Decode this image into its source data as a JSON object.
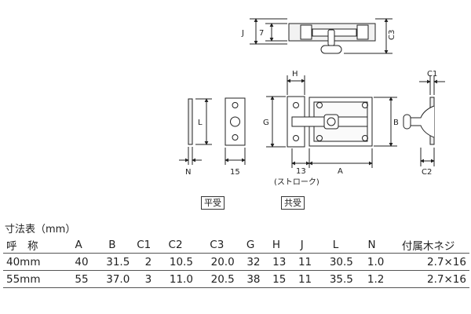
{
  "drawing": {
    "dims": {
      "J": "J",
      "seven": "7",
      "C3": "C3",
      "H": "H",
      "C1": "C1",
      "L": "L",
      "G": "G",
      "B": "B",
      "N": "N",
      "fifteen": "15",
      "thirteen": "13",
      "A": "A",
      "C2": "C2",
      "stroke": "(ストローク)"
    },
    "captions": {
      "flat_receiver": "平受",
      "common_receiver": "共受"
    }
  },
  "spec": {
    "title": "寸法表（mm）",
    "columns": [
      "呼　称",
      "A",
      "B",
      "C1",
      "C2",
      "C3",
      "G",
      "H",
      "J",
      "L",
      "N",
      "付属木ネジ"
    ],
    "rows": [
      [
        "40mm",
        "40",
        "31.5",
        "2",
        "10.5",
        "20.0",
        "32",
        "13",
        "11",
        "30.5",
        "1.0",
        "2.7×16"
      ],
      [
        "55mm",
        "55",
        "37.0",
        "3",
        "11.0",
        "20.5",
        "38",
        "15",
        "11",
        "35.5",
        "1.2",
        "2.7×16"
      ]
    ]
  }
}
